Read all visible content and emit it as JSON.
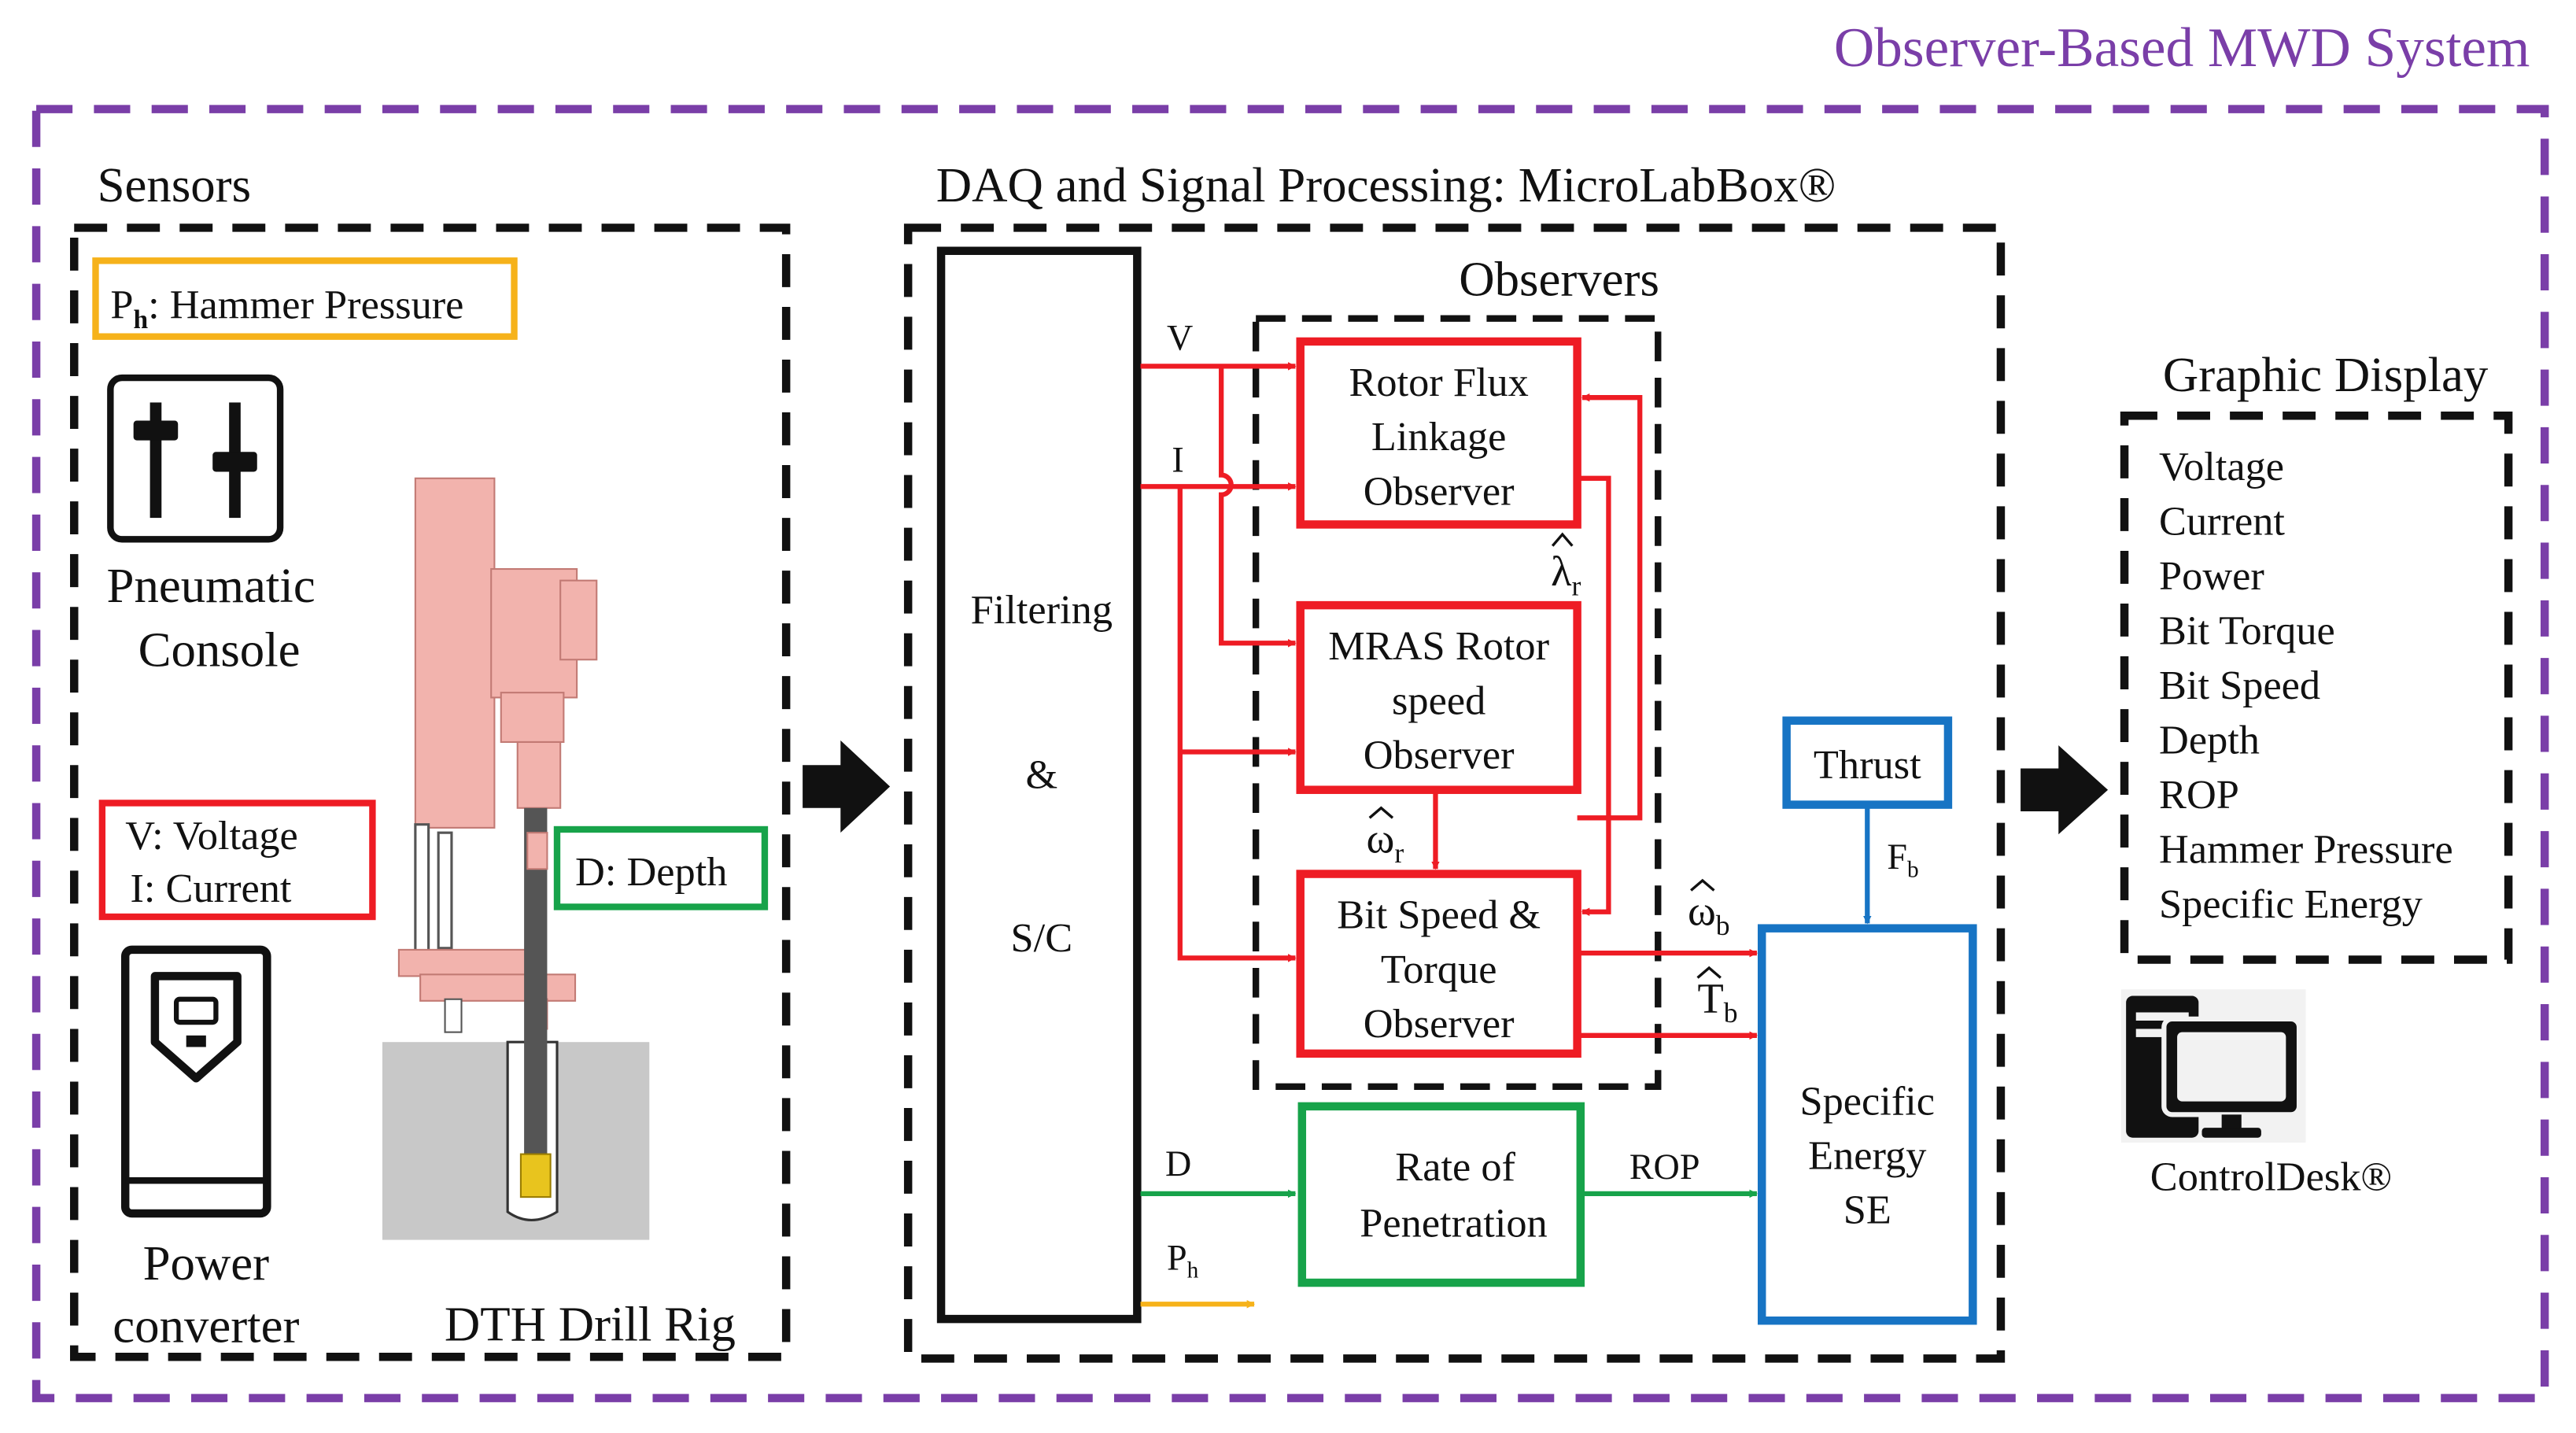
{
  "title": "Observer-Based MWD System",
  "colors": {
    "purple": "#7a3ea8",
    "red": "#ee1c24",
    "green": "#17a34a",
    "blue": "#1774c4",
    "yellow": "#f6b21a",
    "black": "#111111",
    "rig_pink": "#f2b3ad",
    "ground_gray": "#c8c8c8"
  },
  "sensors": {
    "title": "Sensors",
    "hammer_pressure": {
      "symbol": "P",
      "sub": "h",
      "label": ": Hammer Pressure"
    },
    "pneumatic_console": {
      "icon": "slider-console-icon",
      "line1": "Pneumatic",
      "line2": "Console"
    },
    "voltage": "V: Voltage",
    "current": "I: Current",
    "power_converter": {
      "icon": "power-converter-icon",
      "line1": "Power",
      "line2": "converter"
    },
    "depth": "D: Depth",
    "drill_rig": {
      "icon": "drill-rig-icon",
      "label": "DTH Drill Rig"
    }
  },
  "daq": {
    "title": "DAQ and Signal Processing: MicroLabBox®",
    "filter_block": {
      "line1": "Filtering",
      "line2": "&",
      "line3": "S/C"
    },
    "observers_title": "Observers",
    "rotor_flux": {
      "line1": "Rotor Flux",
      "line2": "Linkage",
      "line3": "Observer"
    },
    "mras": {
      "line1": "MRAS Rotor",
      "line2": "speed",
      "line3": "Observer"
    },
    "bit_speed": {
      "line1": "Bit Speed &",
      "line2": "Torque",
      "line3": "Observer"
    },
    "rop_block": {
      "line1": "Rate of",
      "line2": "Penetration"
    },
    "thrust": "Thrust",
    "specific_energy": {
      "line1": "Specific",
      "line2": "Energy",
      "line3": "SE"
    },
    "signals": {
      "v": "V",
      "i": "I",
      "d": "D",
      "ph": {
        "base": "P",
        "sub": "h"
      },
      "lambda_r": {
        "base": "λ",
        "sub": "r"
      },
      "omega_r": {
        "base": "ω",
        "sub": "r"
      },
      "omega_b": {
        "base": "ω",
        "sub": "b"
      },
      "t_b": {
        "base": "T",
        "sub": "b"
      },
      "f_b": {
        "base": "F",
        "sub": "b"
      },
      "rop": "ROP"
    }
  },
  "display": {
    "title": "Graphic Display",
    "items": [
      "Voltage",
      "Current",
      "Power",
      "Bit Torque",
      "Bit Speed",
      "Depth",
      "ROP",
      "Hammer Pressure",
      "Specific Energy"
    ],
    "controldesk": {
      "icon": "computer-icon",
      "label": "ControlDesk®"
    }
  }
}
